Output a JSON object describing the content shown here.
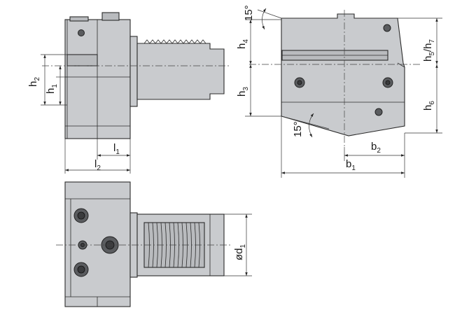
{
  "drawing": {
    "labels": {
      "h1": {
        "main": "h",
        "sub": "1"
      },
      "h2": {
        "main": "h",
        "sub": "2"
      },
      "h3": {
        "main": "h",
        "sub": "3"
      },
      "h4": {
        "main": "h",
        "sub": "4"
      },
      "h5h7": {
        "main": "h",
        "sub": "5",
        "sep": "/h",
        "sub2": "7"
      },
      "h6": {
        "main": "h",
        "sub": "6"
      },
      "l1": {
        "main": "l",
        "sub": "1"
      },
      "l2": {
        "main": "l",
        "sub": "2"
      },
      "b1": {
        "main": "b",
        "sub": "1"
      },
      "b2": {
        "main": "b",
        "sub": "2"
      },
      "d1": {
        "main": "ød",
        "sub": "1"
      },
      "angle_top": "15°",
      "angle_bottom": "15°"
    }
  }
}
